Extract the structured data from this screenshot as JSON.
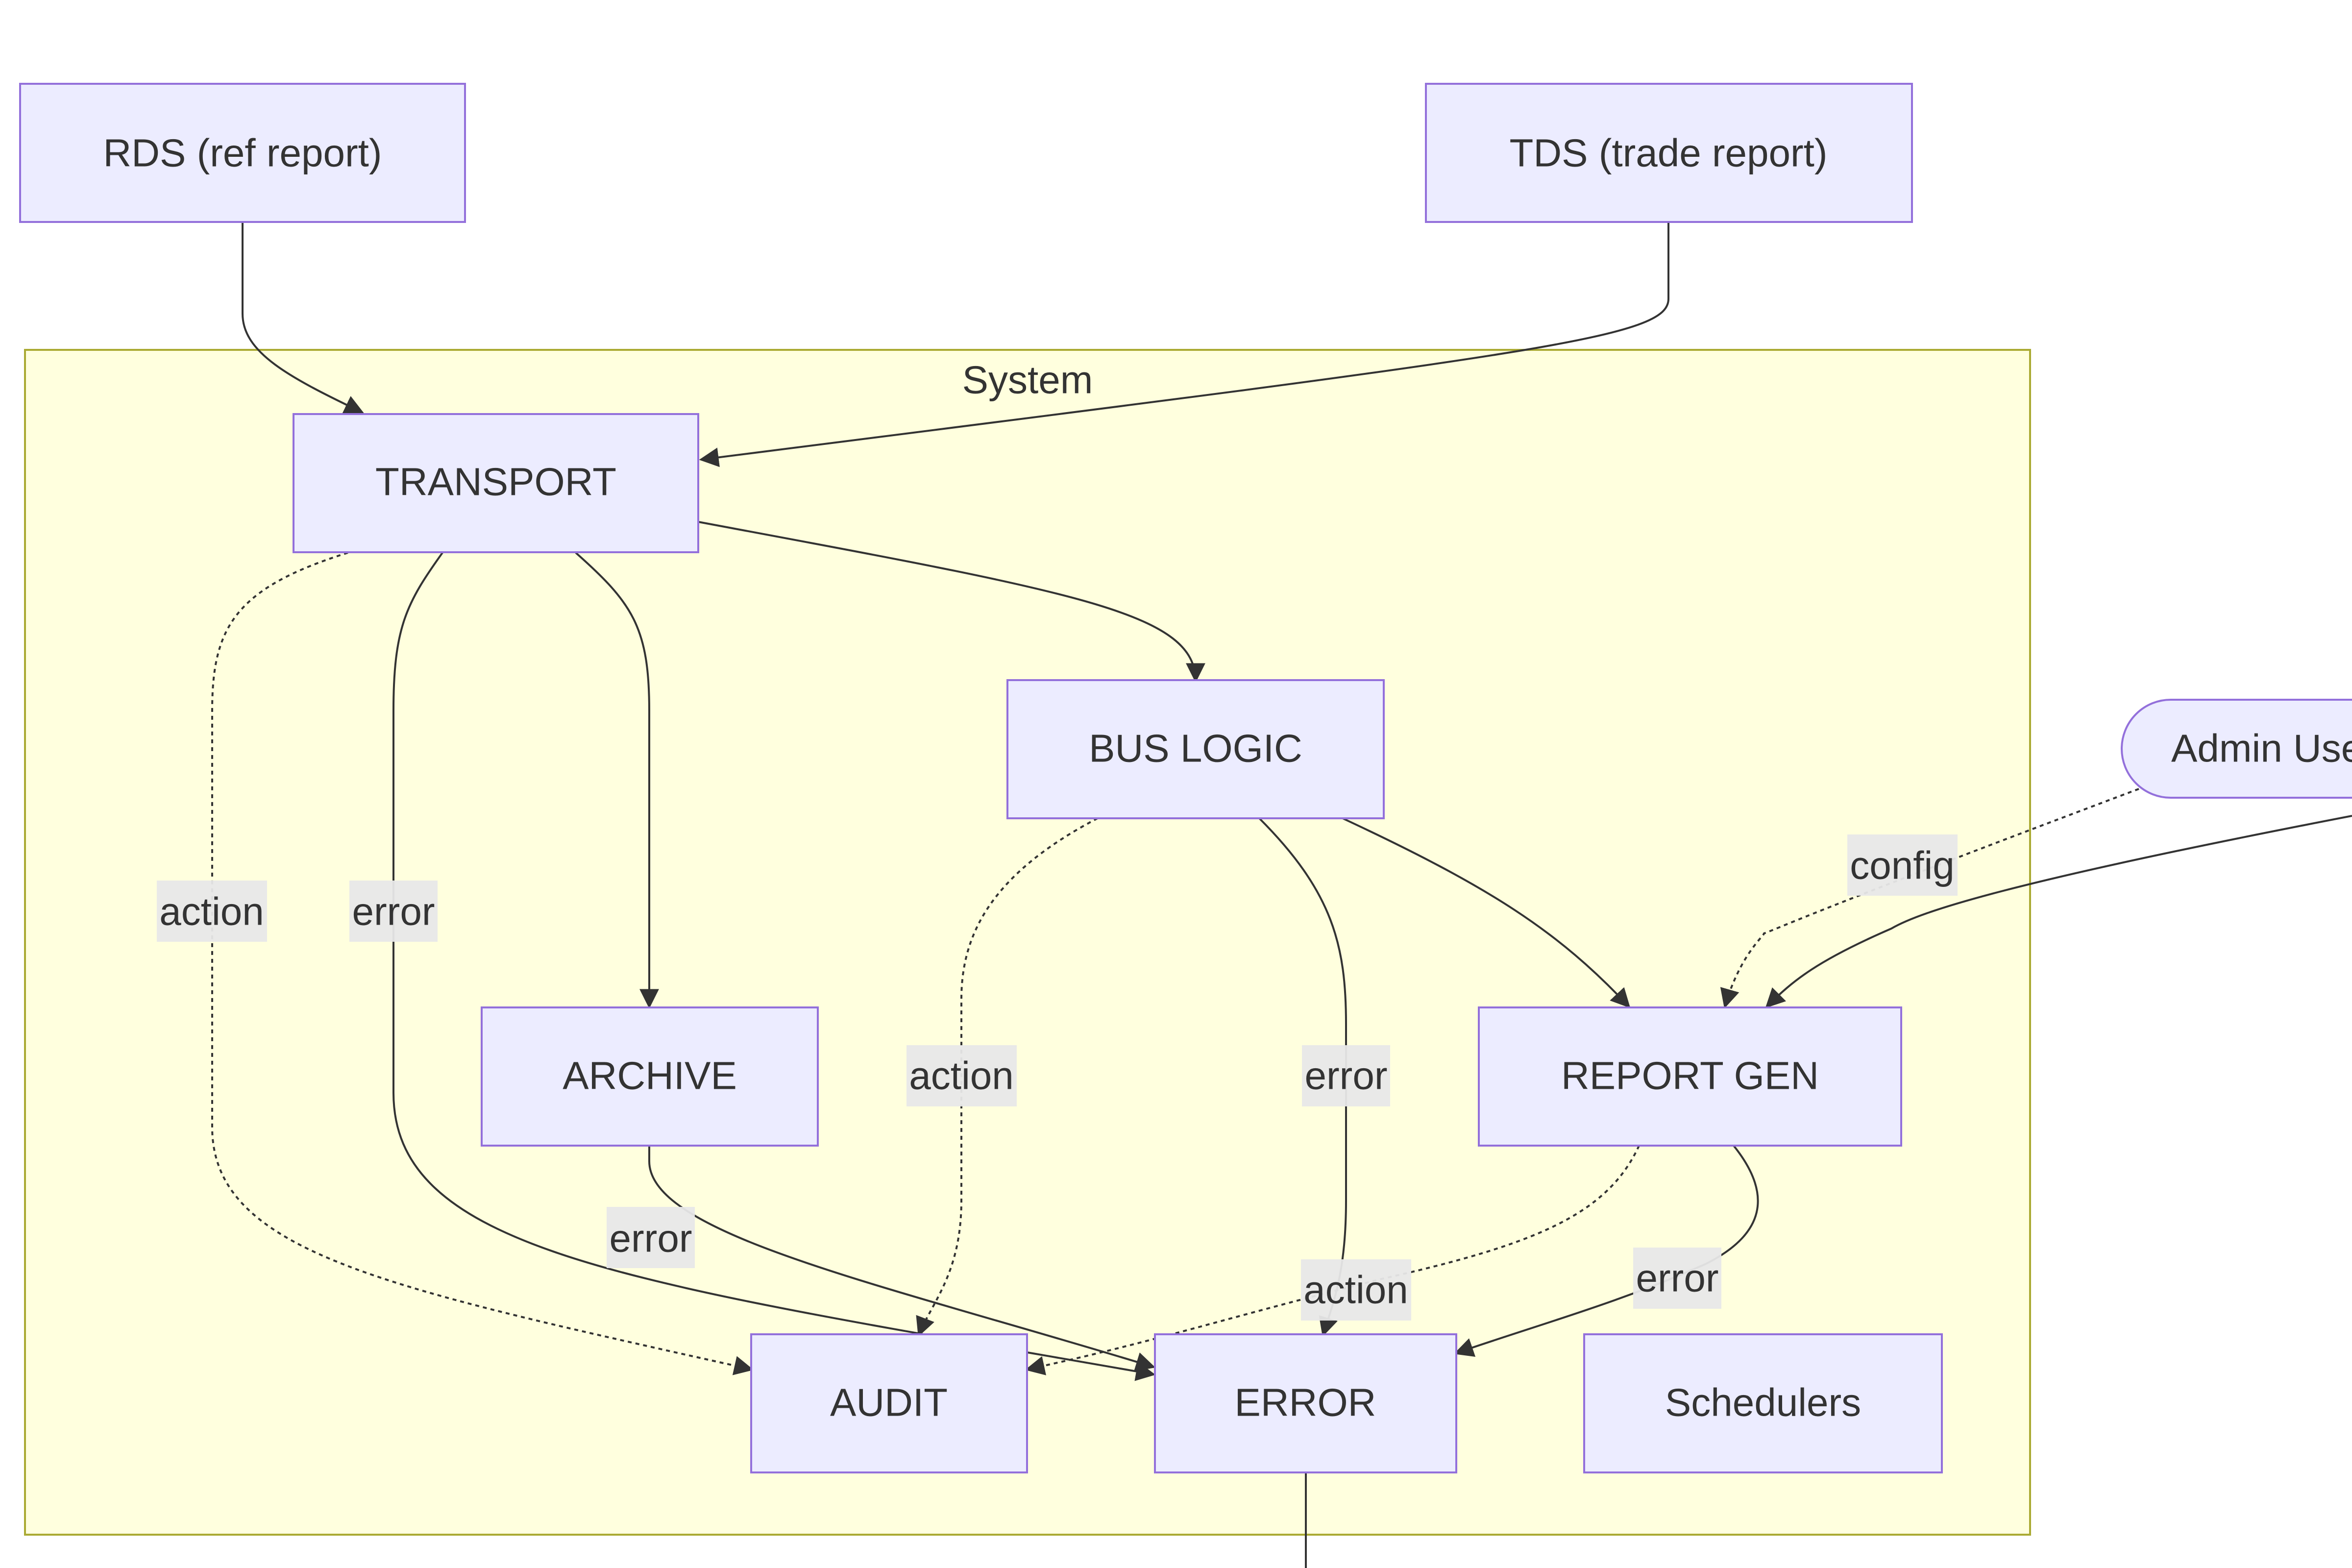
{
  "colors": {
    "node_fill": "#ECECFF",
    "node_stroke": "#9370DB",
    "cluster_fill": "#FFFFDE",
    "cluster_stroke": "#AAAA33",
    "edge": "#333333",
    "text": "#333333",
    "edge_label_bg": "#e8e8e8"
  },
  "cluster": {
    "label": "System"
  },
  "nodes": {
    "rds": {
      "label": "RDS (ref report)"
    },
    "tds": {
      "label": "TDS (trade report)"
    },
    "transport": {
      "label": "TRANSPORT"
    },
    "bus_logic": {
      "label": "BUS LOGIC"
    },
    "admin_user": {
      "label": "Admin User"
    },
    "archive": {
      "label": "ARCHIVE"
    },
    "report_gen": {
      "label": "REPORT GEN"
    },
    "audit": {
      "label": "AUDIT"
    },
    "error": {
      "label": "ERROR"
    },
    "schedulers": {
      "label": "Schedulers"
    }
  },
  "edges": [
    {
      "from": "RDS (ref report)",
      "to": "TRANSPORT",
      "style": "solid",
      "label": ""
    },
    {
      "from": "TDS (trade report)",
      "to": "TRANSPORT",
      "style": "solid",
      "label": ""
    },
    {
      "from": "TRANSPORT",
      "to": "BUS LOGIC",
      "style": "solid",
      "label": ""
    },
    {
      "from": "TRANSPORT",
      "to": "ARCHIVE",
      "style": "solid",
      "label": ""
    },
    {
      "from": "TRANSPORT",
      "to": "AUDIT",
      "style": "dotted",
      "label": "action"
    },
    {
      "from": "TRANSPORT",
      "to": "ERROR",
      "style": "solid",
      "label": "error"
    },
    {
      "from": "ARCHIVE",
      "to": "ERROR",
      "style": "solid",
      "label": "error"
    },
    {
      "from": "BUS LOGIC",
      "to": "AUDIT",
      "style": "dotted",
      "label": "action"
    },
    {
      "from": "BUS LOGIC",
      "to": "ERROR",
      "style": "solid",
      "label": "error"
    },
    {
      "from": "BUS LOGIC",
      "to": "REPORT GEN",
      "style": "solid",
      "label": ""
    },
    {
      "from": "Admin User",
      "to": "REPORT GEN",
      "style": "dotted",
      "label": "config"
    },
    {
      "from": "Admin User",
      "to": "REPORT GEN",
      "style": "solid",
      "label": ""
    },
    {
      "from": "REPORT GEN",
      "to": "AUDIT",
      "style": "dotted",
      "label": "action"
    },
    {
      "from": "REPORT GEN",
      "to": "ERROR",
      "style": "solid",
      "label": "error"
    },
    {
      "from": "ERROR",
      "to": "",
      "style": "solid",
      "label": ""
    }
  ]
}
